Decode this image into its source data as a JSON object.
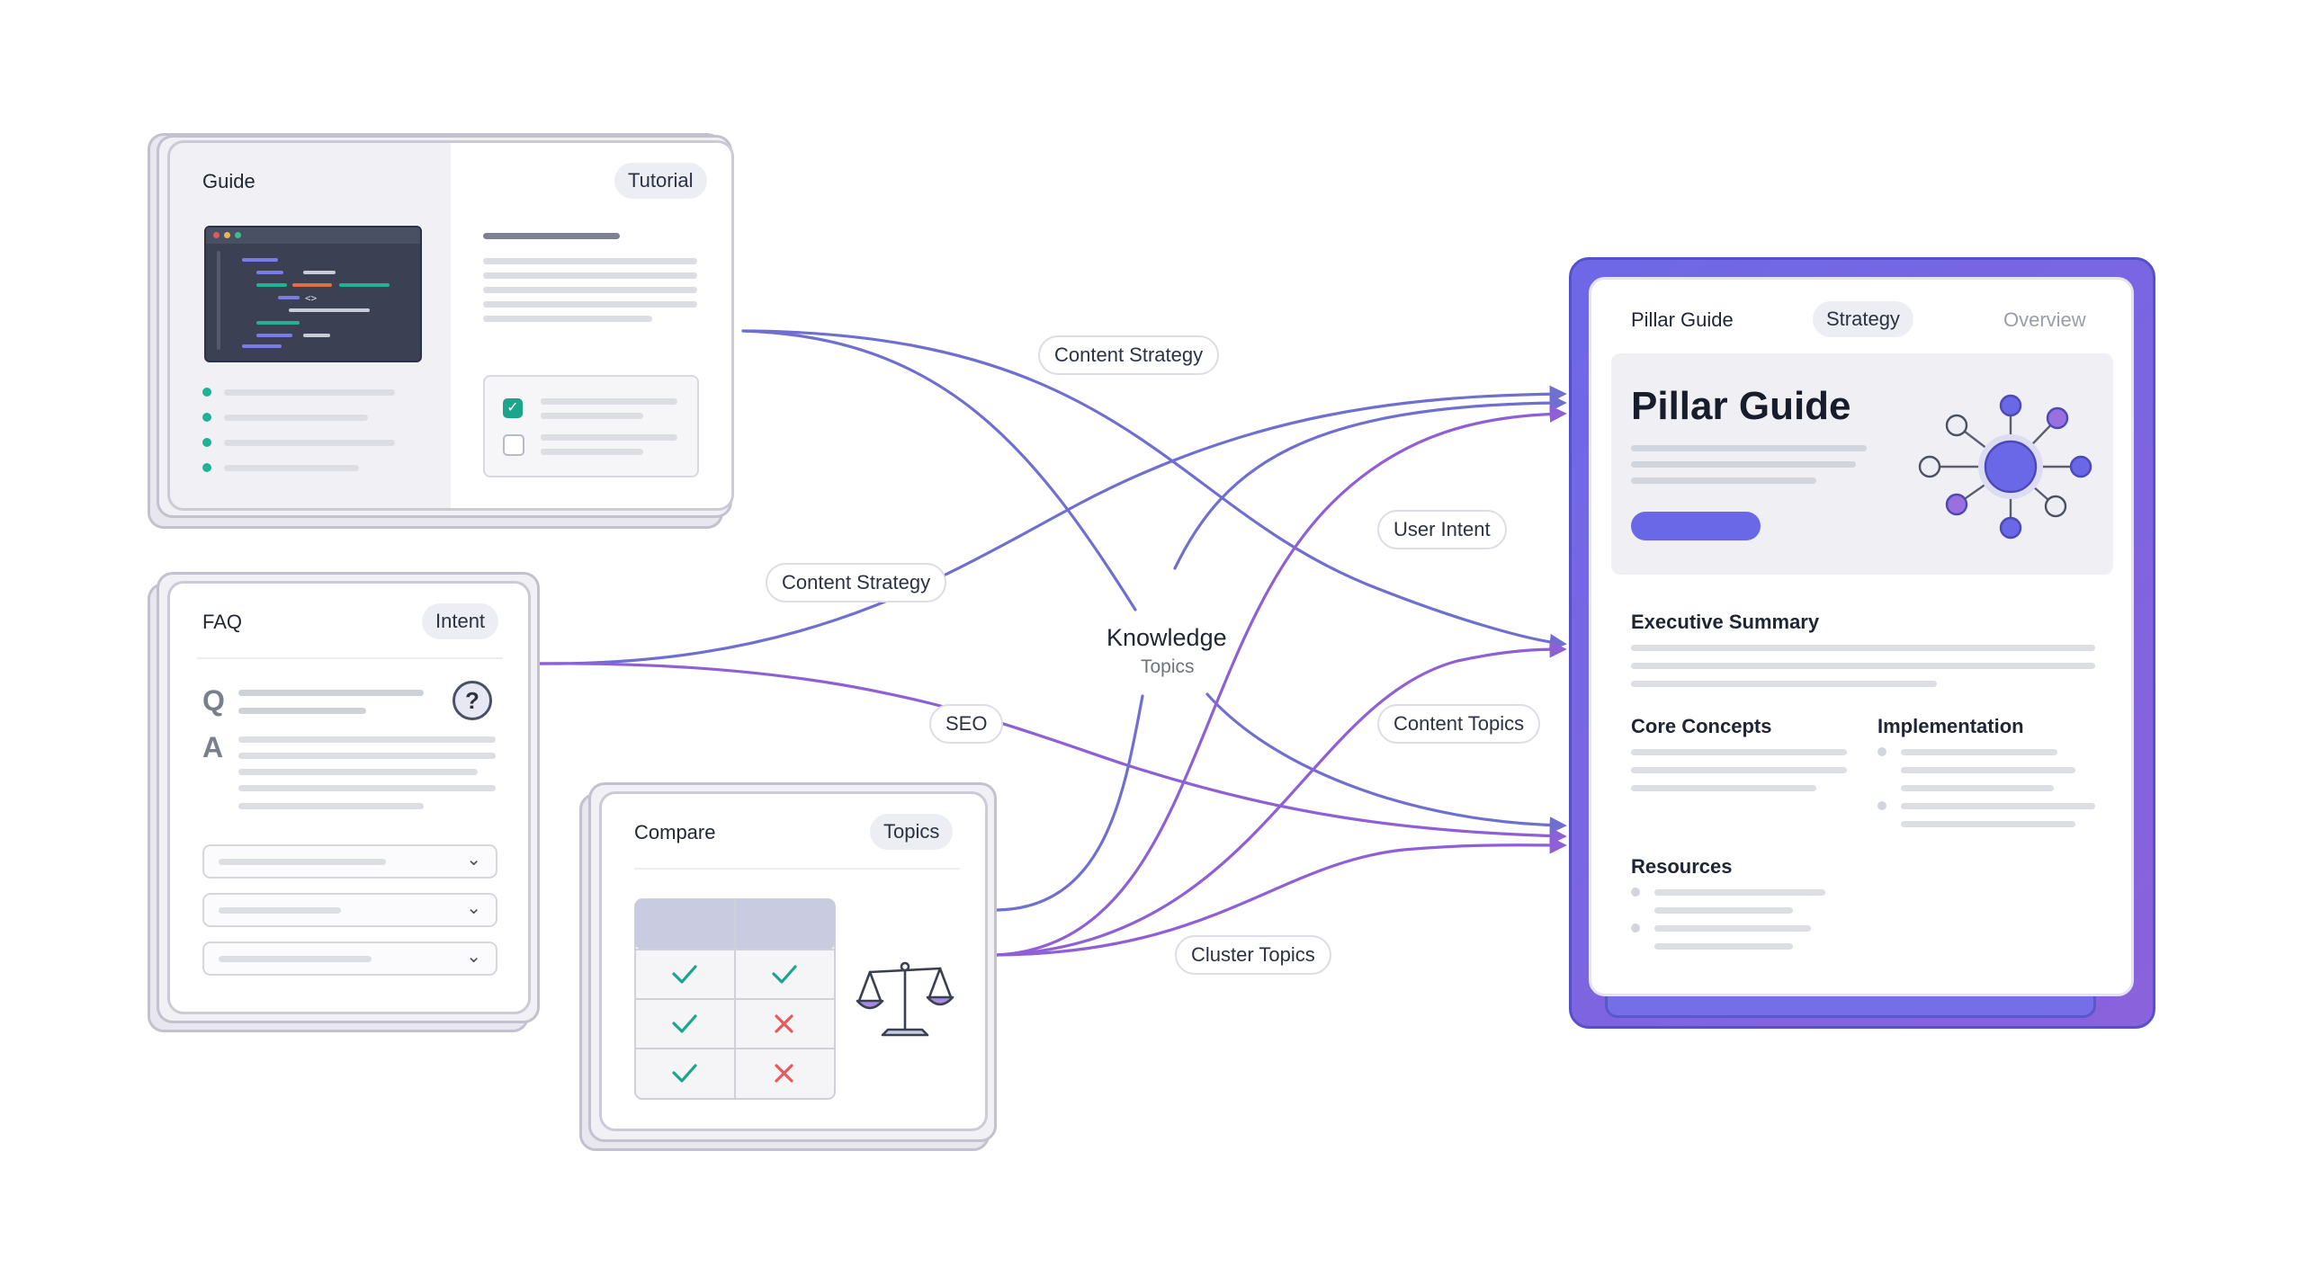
{
  "colors": {
    "flow_blue": "#6f6fd2",
    "flow_purple": "#8e5fd6",
    "accent": "#6a68e6",
    "check_green": "#1aa58c",
    "cross_red": "#e45c5c"
  },
  "guide_card": {
    "title": "Guide",
    "tag": "Tutorial",
    "code_icon": "code-editor-icon"
  },
  "faq_card": {
    "title": "FAQ",
    "tag": "Intent",
    "q": "Q",
    "a": "A",
    "help_icon": "question-bubble-icon"
  },
  "compare_card": {
    "title": "Compare",
    "tag": "Topics",
    "table": [
      [
        "check",
        "check"
      ],
      [
        "check",
        "cross"
      ],
      [
        "check",
        "cross"
      ]
    ],
    "scale_icon": "balance-scale-icon"
  },
  "hub": {
    "title": "Knowledge",
    "subtitle": "Topics"
  },
  "edge_labels": {
    "content_strategy_top": "Content Strategy",
    "content_strategy_left": "Content Strategy",
    "seo": "SEO",
    "user_intent": "User Intent",
    "content_topics": "Content Topics",
    "cluster_topics": "Cluster Topics"
  },
  "pillar_card": {
    "tab_active": "Pillar Guide",
    "tab_strategy": "Strategy",
    "tab_overview": "Overview",
    "hero_title": "Pillar Guide",
    "network_icon": "network-graph-icon",
    "sections": {
      "executive_summary": "Executive Summary",
      "core_concepts": "Core Concepts",
      "implementation": "Implementation",
      "resources": "Resources"
    }
  }
}
